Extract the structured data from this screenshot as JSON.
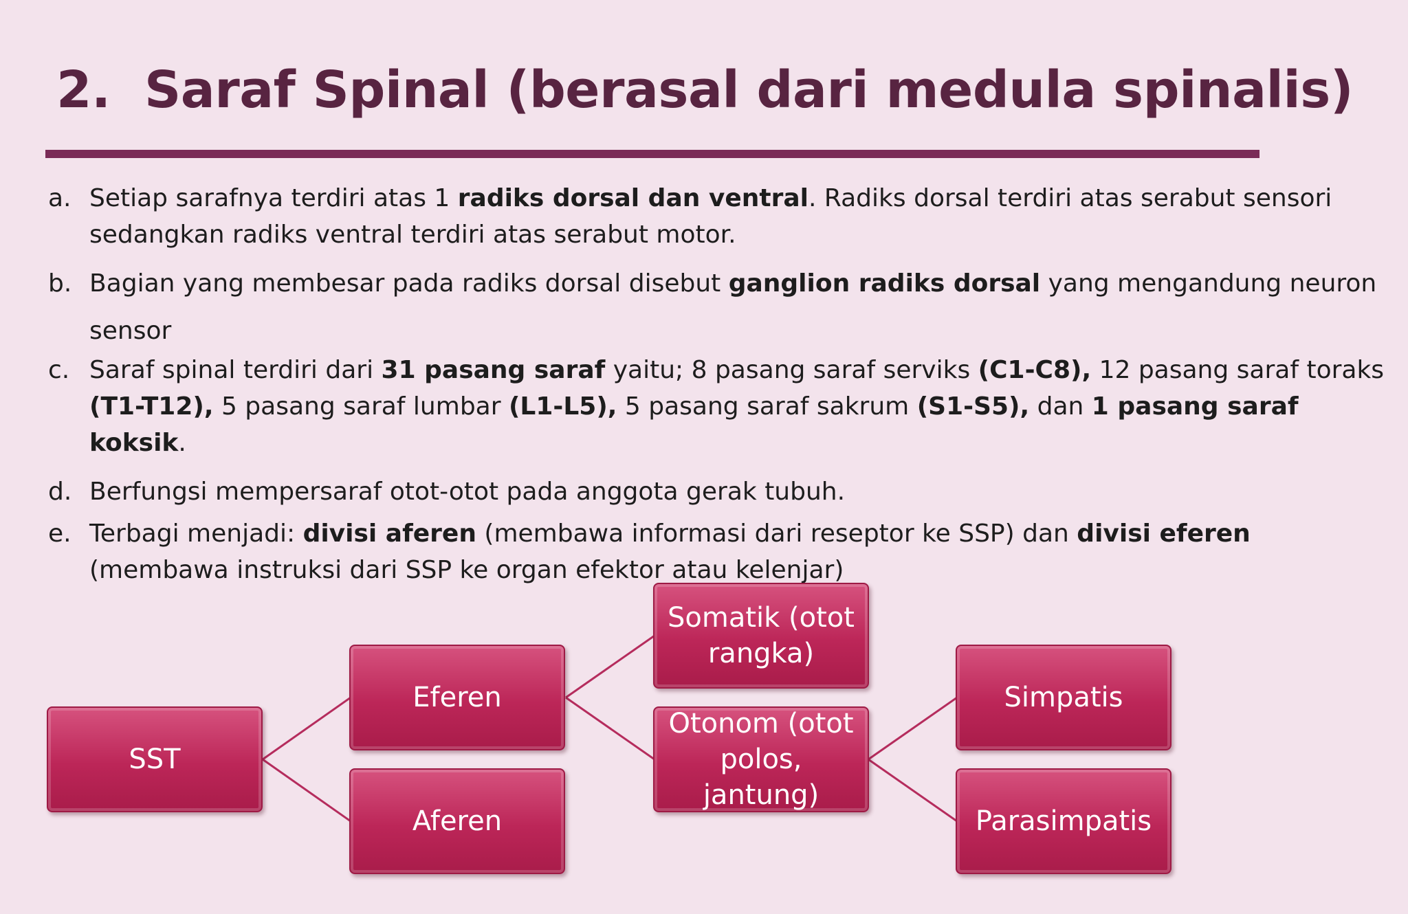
{
  "slide": {
    "title_number": "2.",
    "title_text": "Saraf Spinal (berasal dari medula spinalis)",
    "accent_color": "#7a2b57",
    "node_color": "#bc2658"
  },
  "bullets": [
    {
      "marker": "a.",
      "parts": [
        {
          "t": "Setiap sarafnya terdiri atas 1 "
        },
        {
          "t": "radiks dorsal dan ventral",
          "b": true
        },
        {
          "t": ". Radiks dorsal terdiri atas serabut sensori sedangkan radiks ventral terdiri atas serabut motor."
        }
      ]
    },
    {
      "marker": "b.",
      "parts": [
        {
          "t": "Bagian yang membesar pada radiks dorsal disebut "
        },
        {
          "t": "ganglion radiks dorsal",
          "b": true
        },
        {
          "t": " yang mengandung neuron"
        }
      ],
      "continuation": "sensor"
    },
    {
      "marker": "c.",
      "parts": [
        {
          "t": "Saraf spinal terdiri dari "
        },
        {
          "t": "31 pasang saraf",
          "b": true
        },
        {
          "t": " yaitu; 8 pasang saraf serviks "
        },
        {
          "t": "(C1-C8),",
          "b": true
        },
        {
          "t": " 12 pasang saraf toraks "
        },
        {
          "t": "(T1-T12),",
          "b": true
        },
        {
          "t": " 5 pasang saraf lumbar "
        },
        {
          "t": "(L1-L5),",
          "b": true
        },
        {
          "t": "  5 pasang saraf sakrum "
        },
        {
          "t": "(S1-S5),",
          "b": true
        },
        {
          "t": " dan "
        },
        {
          "t": "1 pasang saraf koksik",
          "b": true
        },
        {
          "t": "."
        }
      ]
    },
    {
      "marker": "d.",
      "parts": [
        {
          "t": "Berfungsi mempersaraf otot-otot pada anggota gerak tubuh."
        }
      ]
    },
    {
      "marker": "e.",
      "parts": [
        {
          "t": "Terbagi menjadi: "
        },
        {
          "t": "divisi aferen",
          "b": true
        },
        {
          "t": " (membawa informasi dari reseptor ke SSP) dan "
        },
        {
          "t": "divisi eferen",
          "b": true
        },
        {
          "t": " (membawa instruksi dari SSP ke organ efektor atau kelenjar)"
        }
      ]
    }
  ],
  "diagram": {
    "nodes": {
      "sst": "SST",
      "eferen": "Eferen",
      "aferen": "Aferen",
      "somatik": "Somatik (otot rangka)",
      "otonom": "Otonom (otot polos, jantung)",
      "simpatis": "Simpatis",
      "parasimpatis": "Parasimpatis"
    }
  }
}
